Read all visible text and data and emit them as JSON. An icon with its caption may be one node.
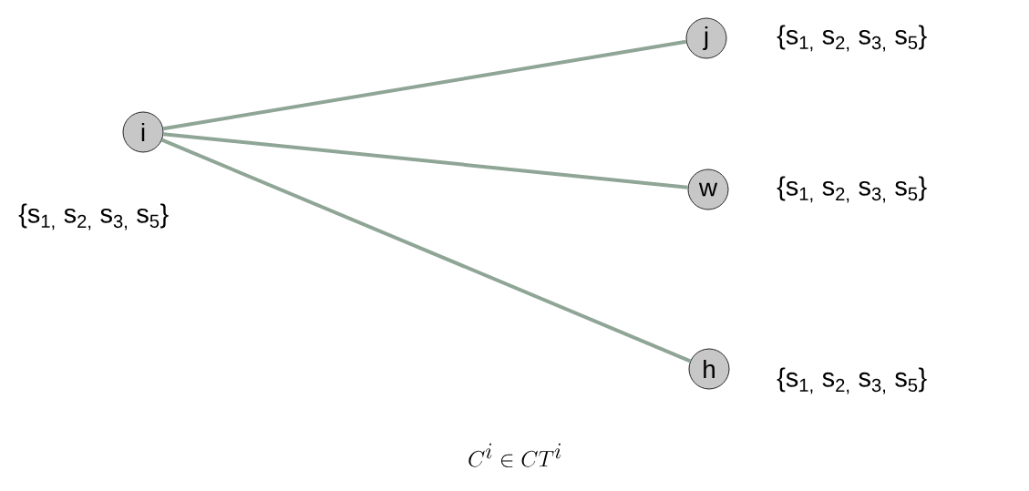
{
  "diagram": {
    "caption": "C^{i} \\in CT^{i}",
    "nodes": [
      {
        "text": [
          "i"
        ],
        "beside": [
          "{s$_{1,}$ s$_{2,}$ s$_{3,}$ s$_{5}$}"
        ]
      },
      {
        "text": [
          "j"
        ],
        "beside": [
          "{s$_{1,}$ s$_{2,}$ s$_{3,}$ s$_{5}$}"
        ]
      },
      {
        "text": [
          "w"
        ],
        "beside": [
          "{s$_{1,}$ s$_{2,}$ s$_{3,}$ s$_{5}$}"
        ]
      },
      {
        "text": [
          "h"
        ],
        "beside": [
          "{s$_{1,}$ s$_{2,}$ s$_{3,}$ s$_{5}$}"
        ]
      }
    ],
    "edges": [
      {
        "from": 0,
        "to": 1,
        "arrow": "none"
      },
      {
        "from": 0,
        "to": 2,
        "arrow": "none"
      },
      {
        "from": 0,
        "to": 3,
        "arrow": "none"
      }
    ]
  }
}
